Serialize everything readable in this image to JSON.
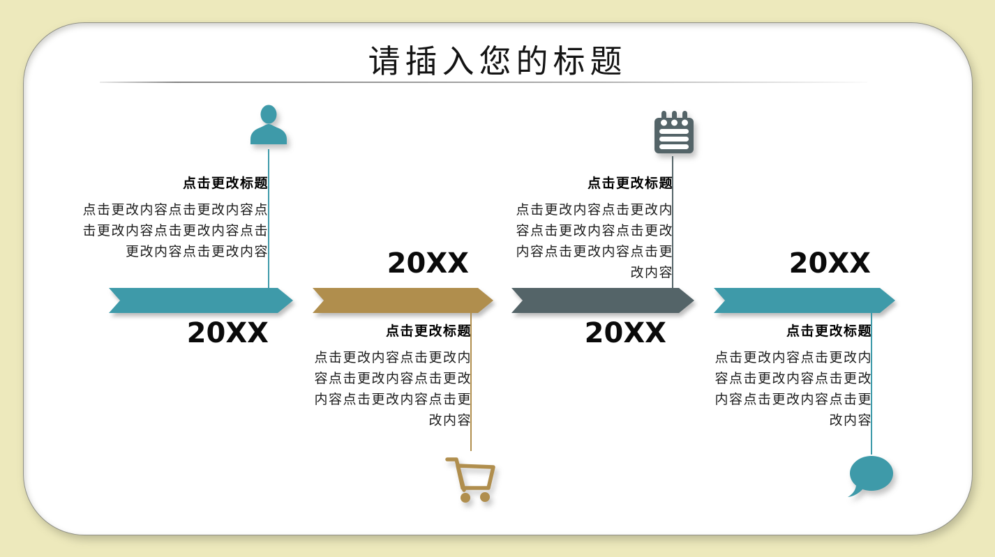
{
  "slide": {
    "title": "请插入您的标题",
    "background_color": "#EDE9BC",
    "card_color": "#FFFFFF"
  },
  "colors": {
    "teal": "#3E9AA9",
    "gold": "#B08E4D",
    "slate": "#546468"
  },
  "timeline": {
    "items": [
      {
        "year": "20XX",
        "title": "点击更改标题",
        "body": "点击更改内容点击更改内容点击更改内容点击更改内容点击更改内容点击更改内容",
        "color": "#3E9AA9",
        "icon": "person-icon",
        "text_position": "above-arrow"
      },
      {
        "year": "20XX",
        "title": "点击更改标题",
        "body": "点击更改内容点击更改内容点击更改内容点击更改内容点击更改内容点击更改内容",
        "color": "#B08E4D",
        "icon": "shopping-cart-icon",
        "text_position": "below-arrow"
      },
      {
        "year": "20XX",
        "title": "点击更改标题",
        "body": "点击更改内容点击更改内容点击更改内容点击更改内容点击更改内容点击更改内容",
        "color": "#546468",
        "icon": "notepad-icon",
        "text_position": "above-arrow"
      },
      {
        "year": "20XX",
        "title": "点击更改标题",
        "body": "点击更改内容点击更改内容点击更改内容点击更改内容点击更改内容点击更改内容",
        "color": "#3E9AA9",
        "icon": "speech-bubble-icon",
        "text_position": "below-arrow"
      }
    ]
  }
}
